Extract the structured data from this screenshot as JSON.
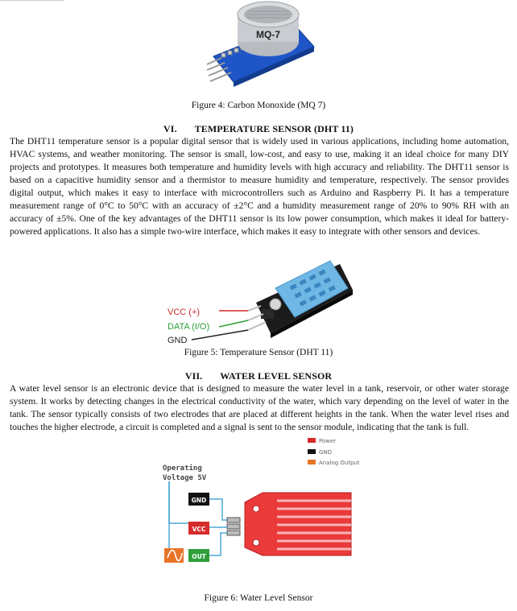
{
  "figure4": {
    "caption": "Figure 4: Carbon Monoxide (MQ 7)",
    "module_label": "MQ-7"
  },
  "section6": {
    "number": "VI.",
    "title": "TEMPERATURE SENSOR (DHT 11)",
    "paragraph": "The DHT11 temperature sensor is a popular digital sensor that is widely used in various applications, including home automation, HVAC systems, and weather monitoring. The sensor is small, low-cost, and easy to use, making it an ideal choice for many DIY projects and prototypes. It measures both temperature and humidity levels with high accuracy and reliability. The DHT11 sensor is based on a capacitive humidity sensor and a thermistor to measure humidity and temperature, respectively. The sensor provides digital output, which makes it easy to interface with microcontrollers such as Arduino and Raspberry Pi. It has a temperature measurement range of 0°C to 50°C with an accuracy of ±2°C and a humidity measurement range of 20% to 90% RH with an accuracy of ±5%. One of the key advantages of the DHT11 sensor is its low power consumption, which makes it ideal for battery-powered applications. It also has a simple two-wire interface, which makes it easy to integrate with other sensors and devices."
  },
  "figure5": {
    "caption": "Figure 5: Temperature Sensor (DHT 11)",
    "pins": [
      "VCC (+)",
      "DATA (I/O)",
      "GND"
    ],
    "pin_colors": [
      "#d22a2a",
      "#2f9e3a",
      "#222222"
    ]
  },
  "section7": {
    "number": "VII.",
    "title": "WATER LEVEL SENSOR",
    "paragraph": "A water level sensor is an electronic device that is designed to measure the water level in a tank, reservoir, or other water storage system. It works by detecting changes in the electrical conductivity of the water, which vary depending on the level of water in the tank. The sensor typically consists of two electrodes that are placed at different heights in the tank. When the water level rises and touches the higher electrode, a circuit is completed and a signal is sent to the sensor module, indicating that the tank is full."
  },
  "figure6": {
    "caption": "Figure 6: Water Level Sensor",
    "operating_voltage": [
      "Operating",
      "Voltage 5V"
    ],
    "legend": [
      {
        "label": "Power",
        "color": "#d62b2b"
      },
      {
        "label": "GND",
        "color": "#111111"
      },
      {
        "label": "Analog Output",
        "color": "#e8742a"
      }
    ],
    "pin_labels": [
      "GND",
      "VCC",
      "OUT"
    ],
    "pin_label_colors": [
      "#111111",
      "#d62b2b",
      "#2f9e3a"
    ]
  }
}
